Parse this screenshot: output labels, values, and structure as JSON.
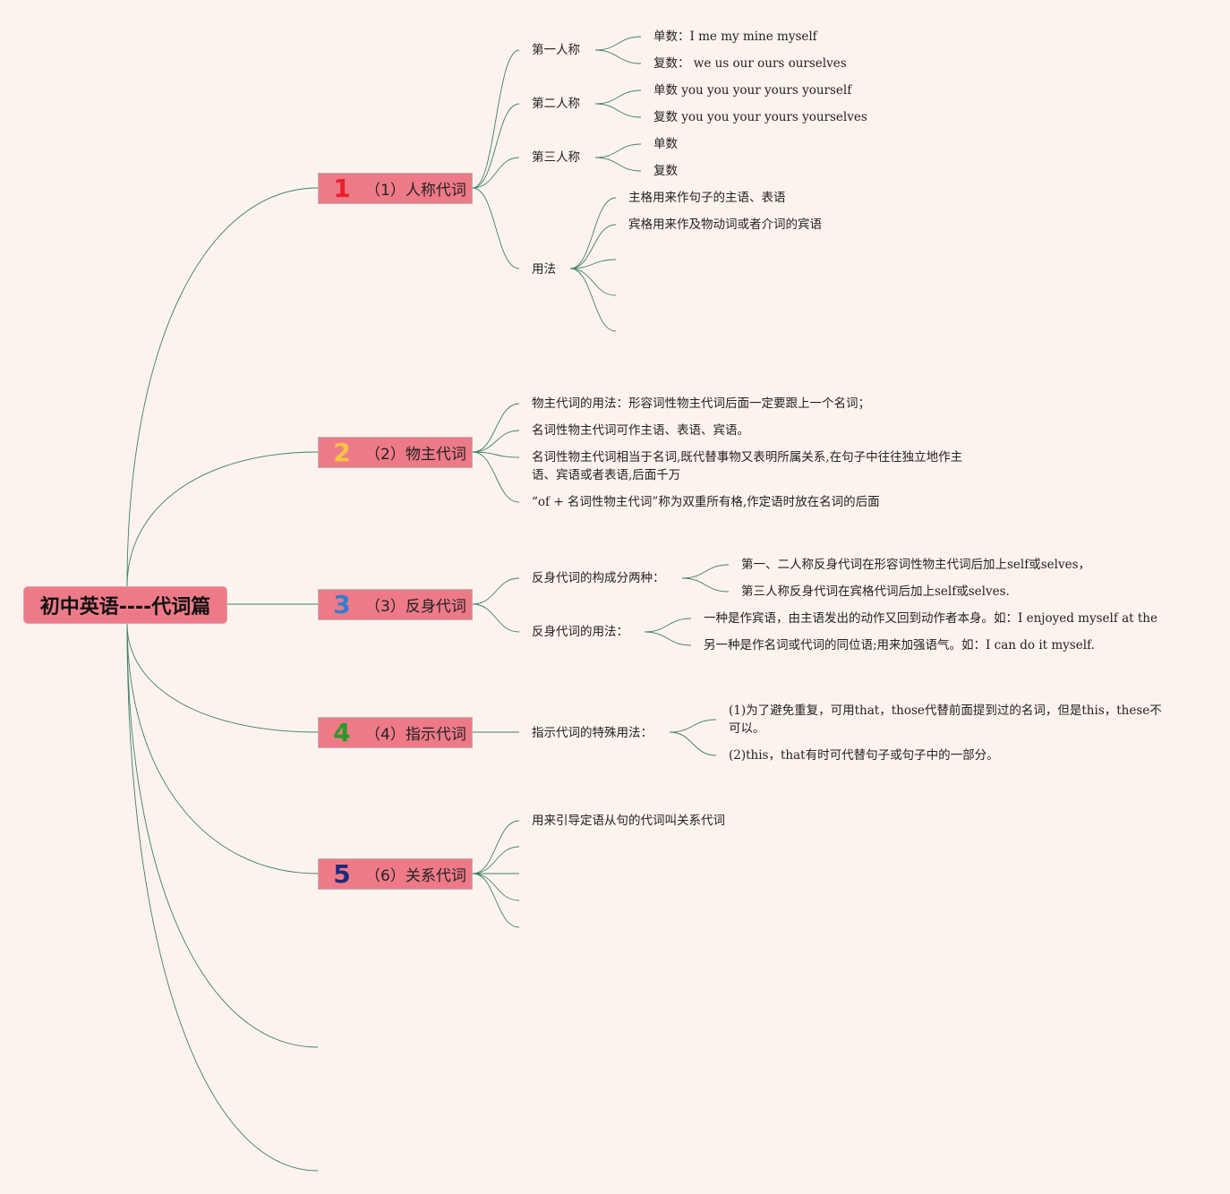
{
  "root": {
    "label": "初中英语----代词篇"
  },
  "colors": {
    "background": "#fdf3ee",
    "node_fill": "#ee7a88",
    "edge": "#3f7f67",
    "num1": "#e8202c",
    "num2": "#f5c642",
    "num3": "#2f7fd0",
    "num4": "#2a9a2a",
    "num5": "#1f2a7a"
  },
  "branches": [
    {
      "number": "1",
      "label": "（1）人称代词",
      "children": [
        {
          "label": "第一人称",
          "children": [
            "单数：I me my mine myself",
            "复数：  we us our ours ourselves"
          ]
        },
        {
          "label": "第二人称",
          "children": [
            "单数 you you your yours yourself",
            "复数 you you your yours yourselves"
          ]
        },
        {
          "label": "第三人称",
          "children": [
            "单数",
            "复数"
          ]
        },
        {
          "label": "用法",
          "children": [
            "主格用来作句子的主语、表语",
            "宾格用来作及物动词或者介词的宾语"
          ]
        }
      ]
    },
    {
      "number": "2",
      "label": "（2）物主代词",
      "children": [
        "物主代词的用法：形容词性物主代词后面一定要跟上一个名词；",
        "名词性物主代词可作主语、表语、宾语。",
        "名词性物主代词相当于名词,既代替事物又表明所属关系,在句子中往往独立地作主语、宾语或者表语,后面千万",
        "“of + 名词性物主代词”称为双重所有格,作定语时放在名词的后面"
      ]
    },
    {
      "number": "3",
      "label": "（3）反身代词",
      "children": [
        {
          "label": "反身代词的构成分两种：",
          "children": [
            "第一、二人称反身代词在形容词性物主代词后加上self或selves，",
            "第三人称反身代词在宾格代词后加上self或selves."
          ]
        },
        {
          "label": "反身代词的用法：",
          "children": [
            "一种是作宾语，由主语发出的动作又回到动作者本身。如：I enjoyed myself at the",
            "另一种是作名词或代词的同位语;用来加强语气。如：I can do it myself."
          ]
        }
      ]
    },
    {
      "number": "4",
      "label": "（4）指示代词",
      "children": [
        {
          "label": "指示代词的特殊用法：",
          "children": [
            "(1)为了避免重复，可用that，those代替前面提到过的名词，但是this，these不可以。",
            "(2)this，that有时可代替句子或句子中的一部分。"
          ]
        }
      ]
    },
    {
      "number": "5",
      "label": "（6）关系代词",
      "children": [
        "用来引导定语从句的代词叫关系代词"
      ]
    }
  ]
}
